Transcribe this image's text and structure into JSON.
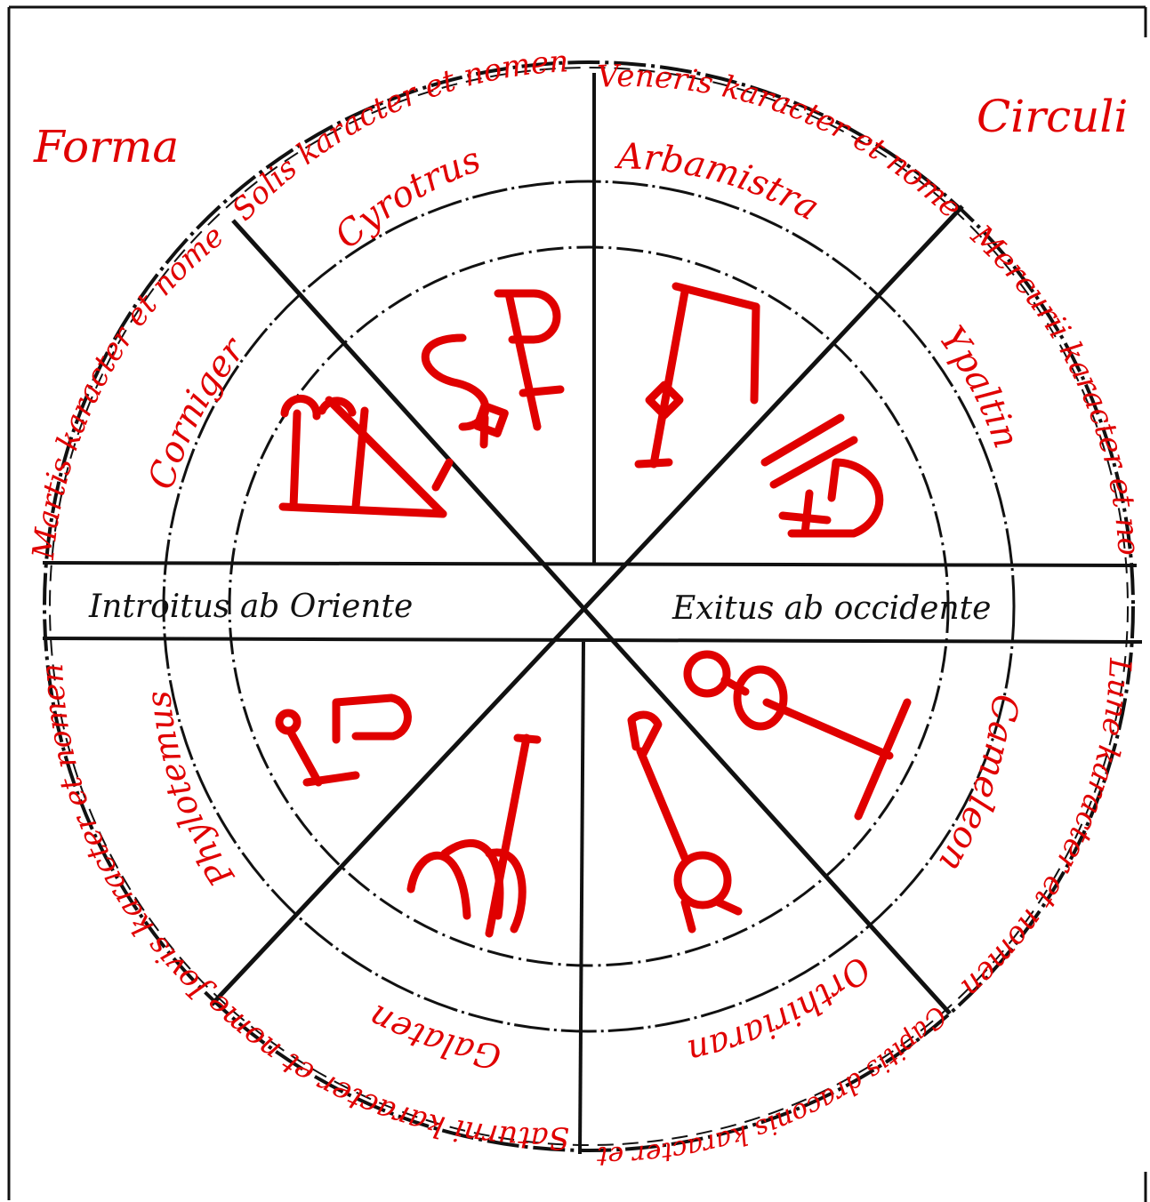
{
  "colors": {
    "ink_red": "#e00000",
    "ink_black": "#111111",
    "paper": "#ffffff"
  },
  "corner_labels": {
    "top_left": "Forma",
    "top_right": "Circuli"
  },
  "band": {
    "left": "Introitus ab Oriente",
    "right": "Exitus ab occidente"
  },
  "sectors": [
    {
      "outer": "Solis karacter et nomen Angeli eius",
      "inner": "Cyrotrus"
    },
    {
      "outer": "Veneris karacter et nomen Angeli eius",
      "inner": "Arbamistra"
    },
    {
      "outer": "Mercurii karacter et nomen Angeli eius",
      "inner": "Ypaltin"
    },
    {
      "outer": "Lune karacter et nomen Angeli eius",
      "inner": "Cameleon"
    },
    {
      "outer": "Capitis draconis karacter et nomen angeli eius",
      "inner": "Orthiriaran"
    },
    {
      "outer": "Saturni karacter et nomen Angeli eius",
      "inner": "Galaten"
    },
    {
      "outer": "Jovis karacter et nomen Angeli eius",
      "inner": "Phylotemus"
    },
    {
      "outer": "Martis karacter et nomen Angeli eius",
      "inner": "Corniger"
    }
  ],
  "sigil_icons": [
    "sol-sigil-icon",
    "venus-sigil-icon",
    "mercury-sigil-icon",
    "luna-sigil-icon",
    "caput-draconis-sigil-icon",
    "saturn-sigil-icon",
    "jupiter-sigil-icon",
    "mars-sigil-icon"
  ]
}
